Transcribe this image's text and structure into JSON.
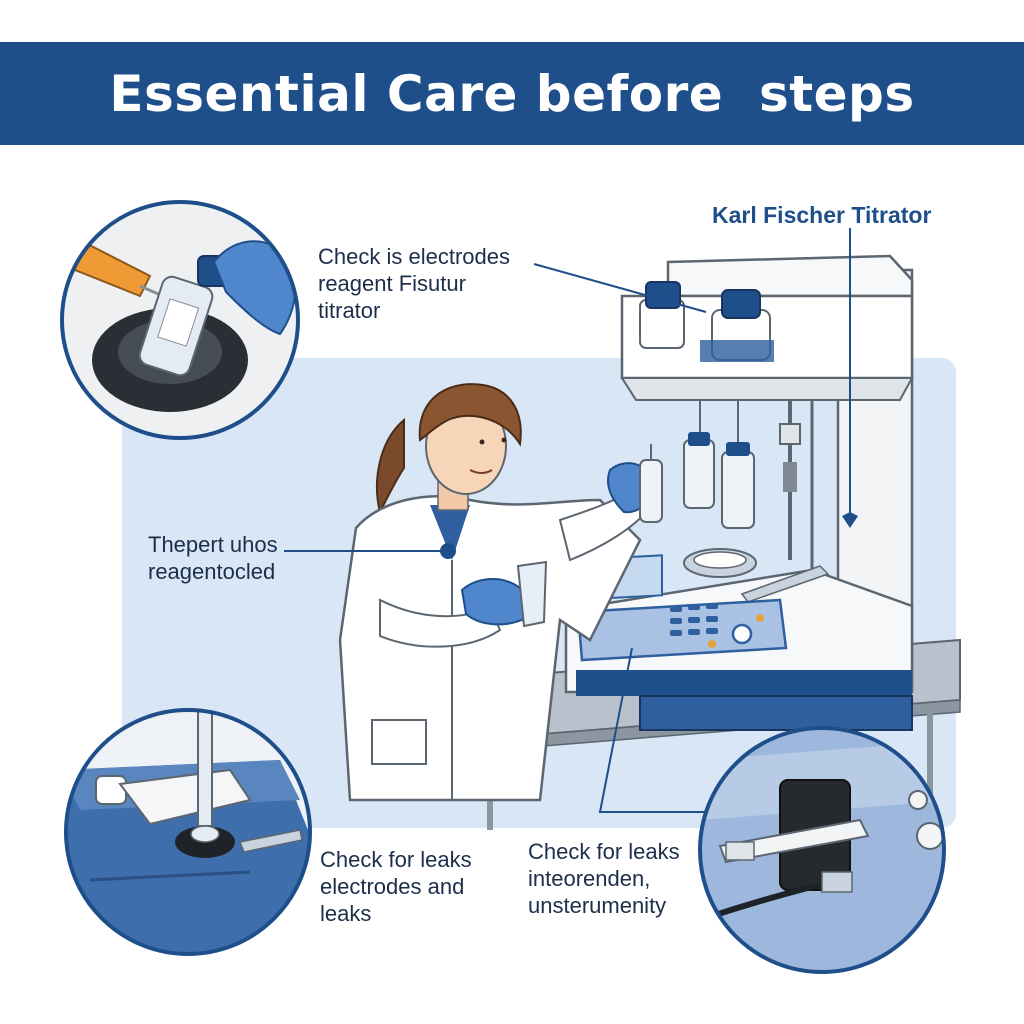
{
  "banner": {
    "title": "Essential Care before  steps"
  },
  "device": {
    "title": "Karl Fischer Titrator"
  },
  "labels": {
    "top": [
      "Check is electrodes",
      "reagent Fisutur",
      "titrator"
    ],
    "middle": [
      "Thepert uhos",
      "reagentocled"
    ],
    "bottom_left": [
      "Check for leaks",
      "electrodes and",
      "leaks"
    ],
    "bottom_right": [
      "Check for leaks",
      "inteorenden,",
      "unsterumenity"
    ]
  },
  "colors": {
    "banner": "#1f4f8b",
    "accent": "#2f5f9e",
    "glove": "#4f86cc",
    "panel": "#d9e6f5"
  }
}
